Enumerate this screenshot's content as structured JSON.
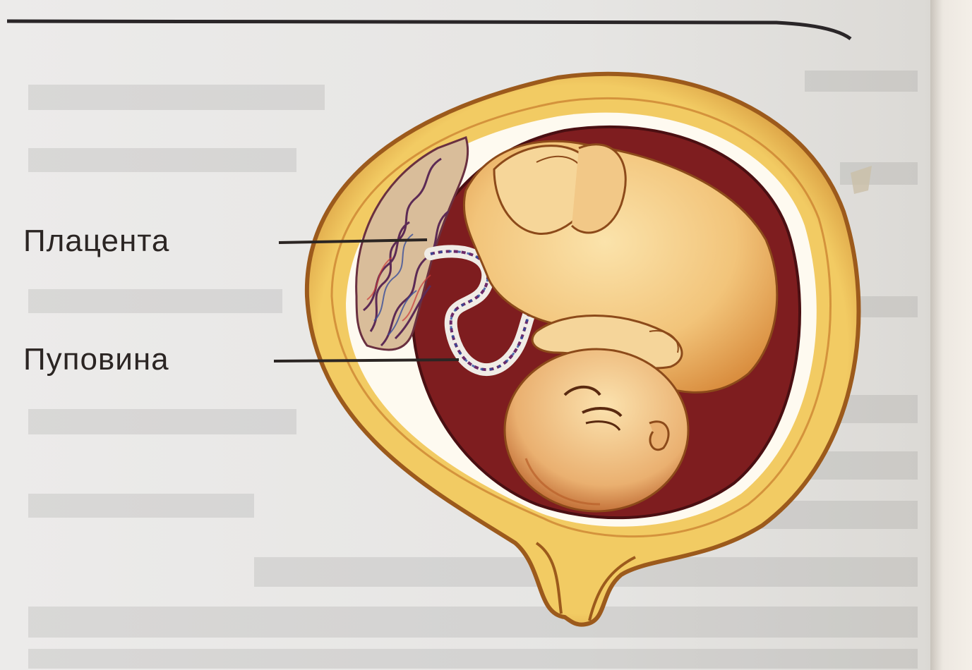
{
  "labels": {
    "placenta": "Плацента",
    "umbilical_cord": "Пуповина"
  },
  "colors": {
    "page": "#e6e5e3",
    "uterine_wall": "#e9b74e",
    "uterine_wall_dark": "#b86a1e",
    "amniotic_cavity": "#7e1d1f",
    "fetus_skin": "#f4cf8a",
    "fetus_shadow": "#d99a4a",
    "placenta": "#d9bd9a",
    "vessels": "#5c2a55",
    "label_text": "#2b2523"
  },
  "icons": [
    "uterus-illustration",
    "fetus-illustration",
    "placenta-illustration",
    "umbilical-cord-illustration"
  ]
}
